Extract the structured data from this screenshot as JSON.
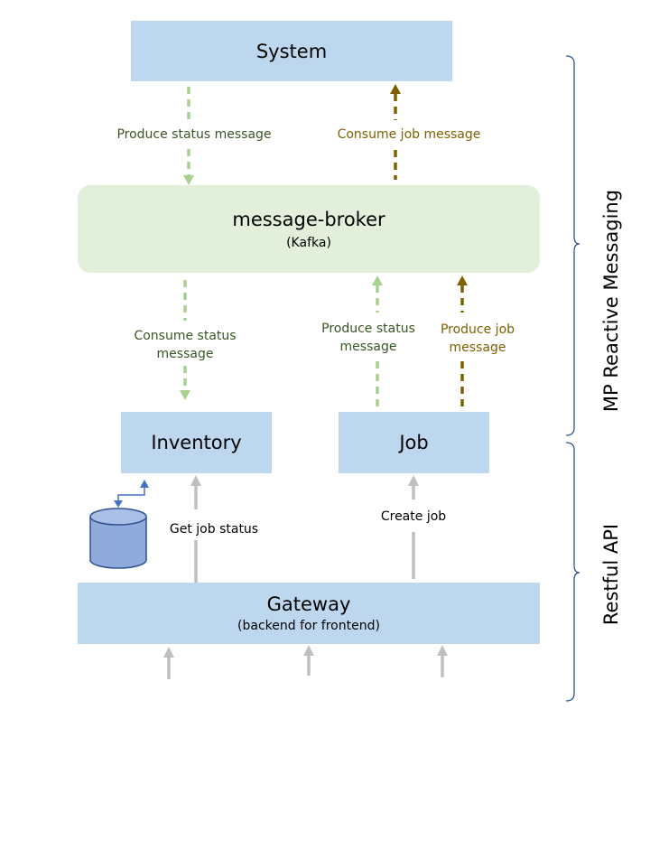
{
  "boxes": {
    "system": "System",
    "broker_title": "message-broker",
    "broker_sub": "(Kafka)",
    "inventory": "Inventory",
    "job": "Job",
    "gateway_title": "Gateway",
    "gateway_sub": "(backend for frontend)"
  },
  "labels": {
    "produce_status_top": "Produce status message",
    "consume_job": "Consume job message",
    "consume_status_1": "Consume status",
    "consume_status_2": "message",
    "produce_status_mid_1": "Produce status",
    "produce_status_mid_2": "message",
    "produce_job_1": "Produce job",
    "produce_job_2": "message",
    "get_job_status": "Get job status",
    "create_job": "Create job"
  },
  "sides": {
    "mp": "MP Reactive Messaging",
    "rest": "Restful API"
  },
  "colors": {
    "box_blue": "#bdd7ee",
    "broker_green": "#e2efda",
    "arrow_green": "#a9d18e",
    "arrow_brown": "#7f6000",
    "arrow_gray": "#bfbfbf",
    "db_blue": "#8faadc"
  }
}
